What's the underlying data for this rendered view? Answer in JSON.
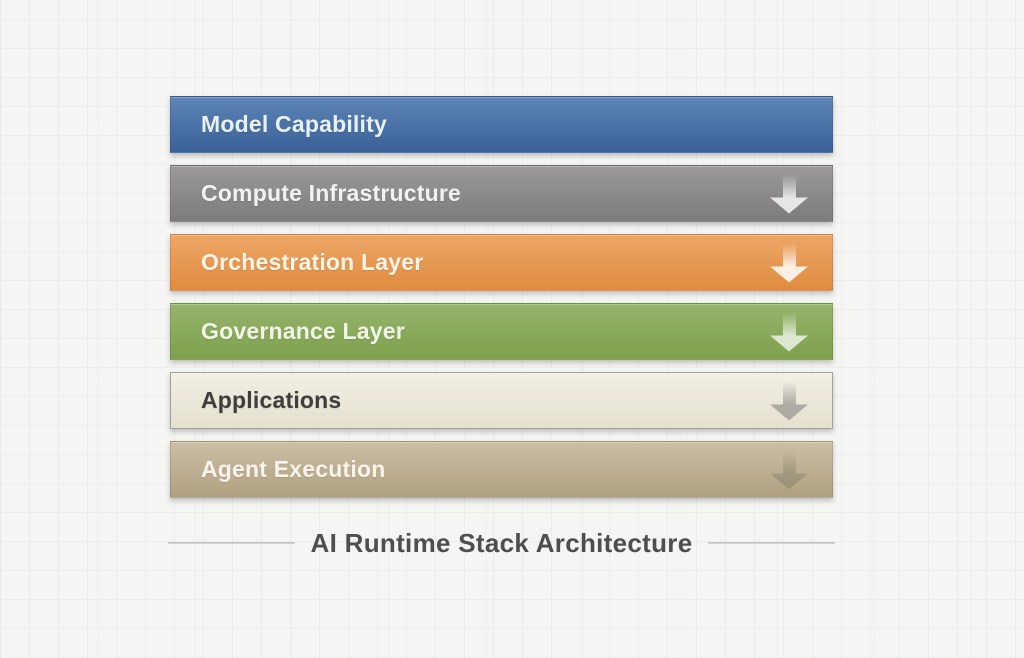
{
  "title": {
    "text": "AI Runtime Stack Architecture"
  },
  "stack": {
    "arrow_icon": "down-arrow",
    "layers": [
      {
        "label": "Model Capability",
        "color": "#436da4",
        "color_top": "#5c84b5",
        "color_bottom": "#3b6299",
        "text_color": "#eaf0f7",
        "arrow_color": "#fdfefface"
      },
      {
        "label": "Compute Infrastructure",
        "color": "#8d8c8a",
        "color_top": "#9b9a98",
        "color_bottom": "#7d7c7a",
        "text_color": "#f3f2f0",
        "arrow_color": "#ffffffc9"
      },
      {
        "label": "Orchestration Layer",
        "color": "#e89b55",
        "color_top": "#eda667",
        "color_bottom": "#e08c3f",
        "text_color": "#fdf4e8",
        "arrow_color": "#ffffffd9"
      },
      {
        "label": "Governance Layer",
        "color": "#8cab5e",
        "color_top": "#97b46c",
        "color_bottom": "#7ea04d",
        "text_color": "#f2f6ea",
        "arrow_color": "#f2f7ecd0"
      },
      {
        "label": "Applications",
        "color": "#ece8db",
        "color_top": "#f2efe5",
        "color_bottom": "#e5e0cf",
        "text_color": "#3f3e3c",
        "arrow_color": "#a5a29bdd",
        "border_color": "#a3a19b"
      },
      {
        "label": "Agent Execution",
        "color": "#c0b095",
        "color_top": "#ccbfa6",
        "color_bottom": "#b0a081",
        "text_color": "#f8f4eb",
        "arrow_color": "#90897299"
      }
    ]
  }
}
